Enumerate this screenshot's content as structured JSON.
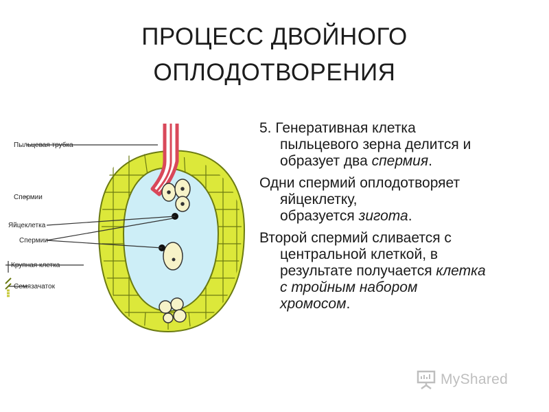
{
  "title": {
    "line1": "ПРОЦЕСС ДВОЙНОГО",
    "line2": "ОПЛОДОТВОРЕНИЯ"
  },
  "text": {
    "p1": {
      "line1": "5. Генеративная клетка",
      "line2": "пыльцевого зерна делится и",
      "line3_plain": "образует два ",
      "line3_italic": "спермия",
      "line3_end": "."
    },
    "p2": {
      "line1": "Одни спермий оплодотворяет",
      "line2": "яйцеклетку,",
      "line3_plain": "образуется ",
      "line3_italic": "зигота",
      "line3_end": "."
    },
    "p3": {
      "line1": "Второй спермий сливается с",
      "line2": "центральной клеткой, в",
      "line3_plain": "результате получается ",
      "line3_italic": "клетка",
      "line4_italic": "с тройным набором",
      "line5_italic": "хромосом",
      "line5_end": "."
    }
  },
  "diagram": {
    "labels": {
      "pollen_tube": "Пыльцевая трубка",
      "sperms_top": "Спермии",
      "egg_cell": "Яйцеклетка",
      "sperms": "Спермии",
      "large_cell": "Крупная клетка",
      "ovule": "Семязачаток"
    },
    "colors": {
      "cell_wall_fill": "#dce83a",
      "cell_outline": "#6b7a12",
      "interior": "#cdeef7",
      "pollen_tube": "#d9485a",
      "nucleus_fill": "#f7f3c8",
      "dark_nucleus": "#111111"
    }
  },
  "watermark": {
    "icon": "presentation-board-icon",
    "text": "MyShared"
  }
}
